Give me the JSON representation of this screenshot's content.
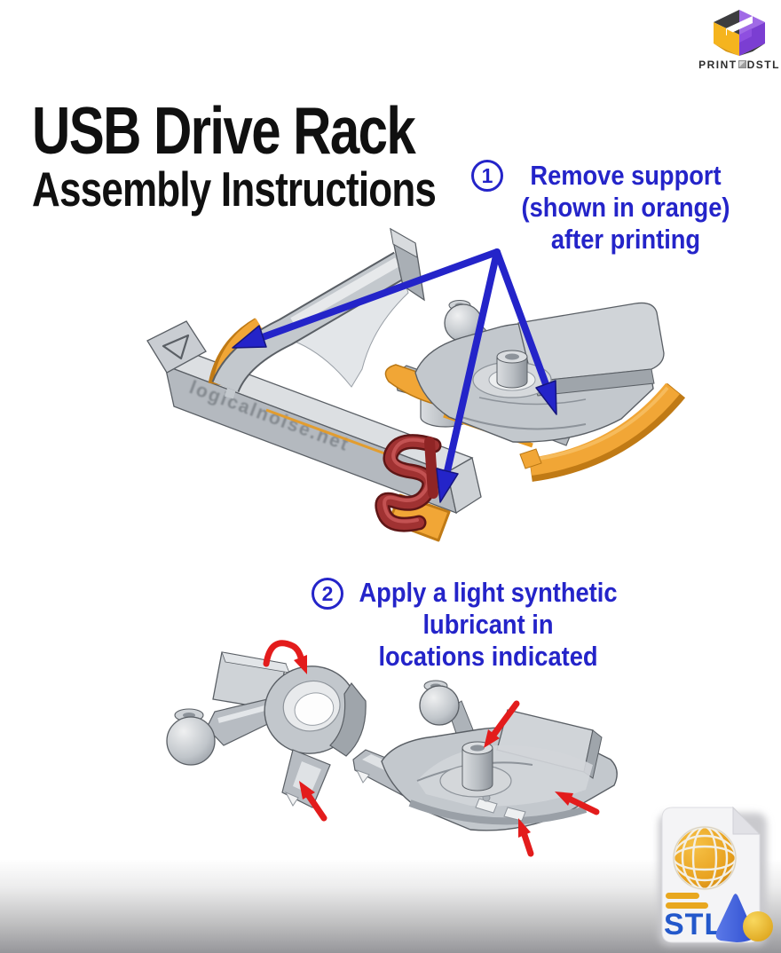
{
  "logo": {
    "word_left": "PRINT",
    "word_right": "DSTL"
  },
  "title": {
    "line1": "USB Drive Rack",
    "line2": "Assembly Instructions"
  },
  "step1": {
    "number": "1",
    "line1": "Remove support",
    "line2": "(shown in orange)",
    "line3": "after printing"
  },
  "step2": {
    "number": "2",
    "line1": "Apply a light synthetic",
    "line2": "lubricant in",
    "line3": "locations indicated"
  },
  "figure1": {
    "rail_text": "logicalnoise.net"
  },
  "badge": {
    "label": "STL"
  },
  "colors": {
    "accent_blue": "#2424c9",
    "support_orange": "#f1a636",
    "arrow_red": "#e31c1c",
    "part_gray": "#c3c8cd",
    "clip_red": "#9e2c2c",
    "logo_yellow": "#f5b41e",
    "logo_purple": "#7b3ed2"
  }
}
